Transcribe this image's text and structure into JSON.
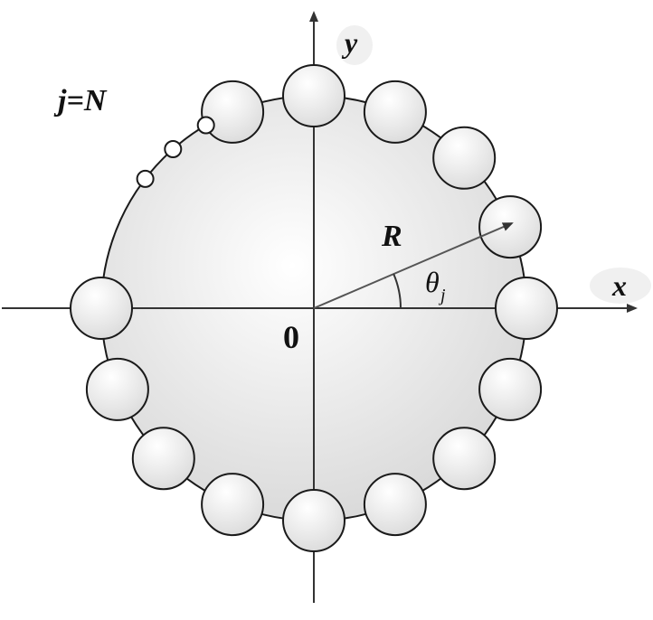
{
  "labels": {
    "y_axis": "y",
    "x_axis": "x",
    "origin": "0",
    "radius": "R",
    "angle_symbol": "θ",
    "angle_subscript": "j",
    "index": "j=N"
  },
  "colors": {
    "stroke": "#1a1a1a",
    "axis": "#333333",
    "vector": "#555555",
    "disk_inner": "#ffffff",
    "disk_outer": "#d4d4d4",
    "bead_inner": "#ffffff",
    "bead_outer": "#d8d8d8",
    "label_backdrop": "#f0f0f0"
  }
}
